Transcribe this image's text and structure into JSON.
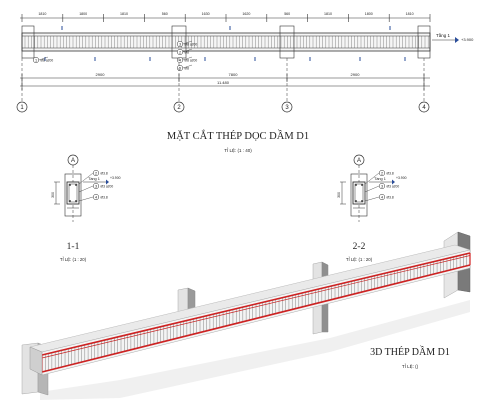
{
  "elevation": {
    "top_dims": [
      "1810",
      "1800",
      "1810",
      "560",
      "1630",
      "1620",
      "560",
      "1810",
      "1800",
      "1810"
    ],
    "level_tag": "Tầng 1",
    "level_value": "+3.900",
    "bottom_dims_mid": [
      "2900",
      "7800",
      "2900"
    ],
    "bottom_dims_total": "11.480",
    "callouts": [
      {
        "num": "1",
        "text": "Ø8 a200"
      },
      {
        "num": "2",
        "text": "Ø8"
      },
      {
        "num": "3",
        "text": "Ø8 a200"
      },
      {
        "num": "4",
        "text": "Ø8 a200"
      },
      {
        "num": "5",
        "text": "Ø8"
      }
    ],
    "grid_labels": [
      "1",
      "2",
      "3",
      "4"
    ],
    "title": "MẶT CẮT THÉP DỌC DẦM D1",
    "scale": "TỈ LỆ: (1 : 40)"
  },
  "sections": [
    {
      "grid": "A",
      "name": "1-1",
      "scale": "TỈ LỆ: (1 : 20)",
      "level_tag": "Tầng 1",
      "level_value": "+3.900",
      "side_dim": "300",
      "callouts": [
        {
          "num": "2",
          "text": "Ø3.8"
        },
        {
          "num": "3",
          "text": "Ø3 a200"
        },
        {
          "num": "4",
          "text": "Ø3.8"
        }
      ]
    },
    {
      "grid": "A",
      "name": "2-2",
      "scale": "TỈ LỆ: (1 : 20)",
      "level_tag": "Tầng 1",
      "level_value": "+3.900",
      "side_dim": "300",
      "callouts": [
        {
          "num": "2",
          "text": "Ø3.8"
        },
        {
          "num": "3",
          "text": "Ø3 a200"
        },
        {
          "num": "4",
          "text": "Ø3.8"
        }
      ]
    }
  ],
  "view3d": {
    "title": "3D THÉP DẦM D1",
    "scale": "TỈ LỆ: ()"
  },
  "colors": {
    "rebar_red": "#d22020",
    "concrete": "#e6e6e6",
    "column_dark": "#9a9a9a",
    "line": "#333333"
  }
}
